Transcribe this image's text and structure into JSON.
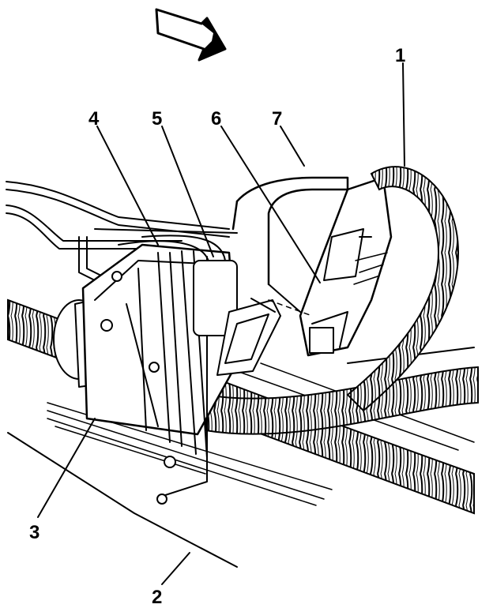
{
  "callouts": {
    "c1": "1",
    "c2": "2",
    "c3": "3",
    "c4": "4",
    "c5": "5",
    "c6": "6",
    "c7": "7"
  },
  "colors": {
    "ink": "#000000",
    "paper": "#ffffff"
  },
  "icons": {
    "direction": "forward-arrow-icon"
  }
}
